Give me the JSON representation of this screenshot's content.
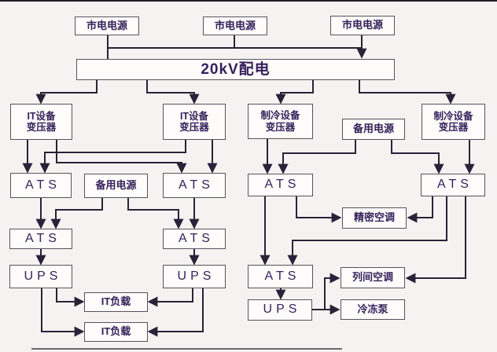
{
  "colors": {
    "background": "#f5f3f1",
    "line": "#2b2138",
    "box_border": "#57525c",
    "box_fill": "#fdfcfb",
    "text": "#35215a"
  },
  "nodes": {
    "mains_1": {
      "label": "市电电源"
    },
    "mains_2": {
      "label": "市电电源"
    },
    "mains_3": {
      "label": "市电电源"
    },
    "bus_20kv": {
      "label": "20kV配电"
    },
    "it_transformer_1": {
      "line1": "IT设备",
      "line2": "变压器"
    },
    "it_transformer_2": {
      "line1": "IT设备",
      "line2": "变压器"
    },
    "cooling_transformer_1": {
      "line1": "制冷设备",
      "line2": "变压器"
    },
    "backup_power_right": {
      "label": "备用电源"
    },
    "cooling_transformer_2": {
      "line1": "制冷设备",
      "line2": "变压器"
    },
    "ats_it_1": {
      "label": "ATS"
    },
    "backup_power_left": {
      "label": "备用电源"
    },
    "ats_it_2": {
      "label": "ATS"
    },
    "ats_cool_1": {
      "label": "ATS"
    },
    "ats_cool_2": {
      "label": "ATS"
    },
    "ats_it_3": {
      "label": "ATS"
    },
    "ats_it_4": {
      "label": "ATS"
    },
    "precision_ac": {
      "label": "精密空调"
    },
    "ups_it_1": {
      "label": "UPS"
    },
    "ups_it_2": {
      "label": "UPS"
    },
    "ats_cool_3": {
      "label": "ATS"
    },
    "inrow_ac": {
      "label": "列间空调"
    },
    "it_load_1": {
      "label": "IT负载"
    },
    "ups_cool": {
      "label": "UPS"
    },
    "chilled_pump": {
      "label": "冷冻泵"
    },
    "it_load_2": {
      "label": "IT负载"
    }
  }
}
